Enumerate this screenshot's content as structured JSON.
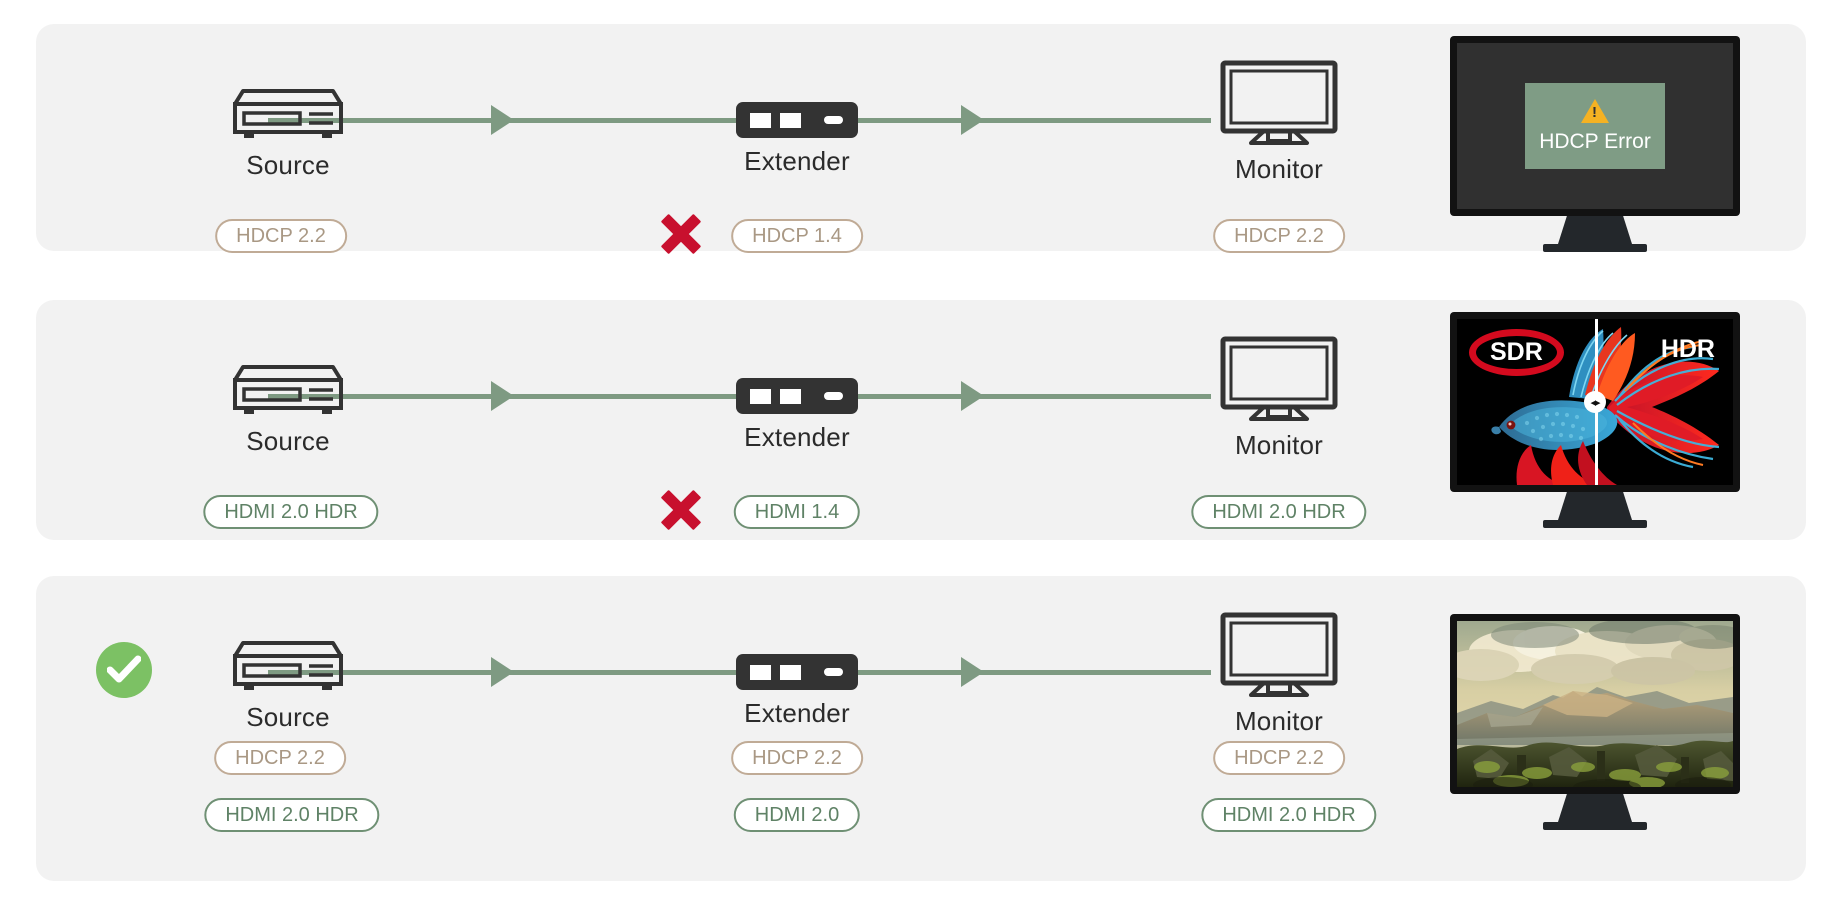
{
  "colors": {
    "panel_bg": "#f2f2f2",
    "page_bg": "#ffffff",
    "wire": "#7e9a82",
    "hdcp_badge_border": "#c0ab96",
    "hdcp_badge_text": "#a99884",
    "hdmi_badge_border": "#6f9074",
    "hdmi_badge_text": "#5f8266",
    "error_red": "#c8102e",
    "success_green": "#7cc164",
    "warning_amber": "#f5b223",
    "device_dark": "#333333"
  },
  "rows": [
    {
      "id": "row-hdcp-mismatch",
      "status": "fail",
      "nodes": [
        {
          "icon": "source-device-icon",
          "label": "Source",
          "badges": [
            {
              "type": "hdcp",
              "text": "HDCP 2.2"
            }
          ]
        },
        {
          "icon": "extender-device-icon",
          "label": "Extender",
          "badges": [
            {
              "type": "hdcp",
              "text": "HDCP 1.4"
            }
          ]
        },
        {
          "icon": "monitor-device-icon",
          "label": "Monitor",
          "badges": [
            {
              "type": "hdcp",
              "text": "HDCP 2.2"
            }
          ]
        }
      ],
      "preview": {
        "kind": "hdcp-error",
        "message": "HDCP Error",
        "warning_glyph": "!"
      }
    },
    {
      "id": "row-hdmi-mismatch",
      "status": "fail",
      "nodes": [
        {
          "icon": "source-device-icon",
          "label": "Source",
          "badges": [
            {
              "type": "hdmi",
              "text": "HDMI 2.0 HDR"
            }
          ]
        },
        {
          "icon": "extender-device-icon",
          "label": "Extender",
          "badges": [
            {
              "type": "hdmi",
              "text": "HDMI 1.4"
            }
          ]
        },
        {
          "icon": "monitor-device-icon",
          "label": "Monitor",
          "badges": [
            {
              "type": "hdmi",
              "text": "HDMI 2.0 HDR"
            }
          ]
        }
      ],
      "preview": {
        "kind": "sdr-hdr-compare",
        "left_label": "SDR",
        "right_label": "HDR"
      }
    },
    {
      "id": "row-full-match",
      "status": "pass",
      "nodes": [
        {
          "icon": "source-device-icon",
          "label": "Source",
          "badges": [
            {
              "type": "hdcp",
              "text": "HDCP 2.2"
            },
            {
              "type": "hdmi",
              "text": "HDMI 2.0 HDR"
            }
          ]
        },
        {
          "icon": "extender-device-icon",
          "label": "Extender",
          "badges": [
            {
              "type": "hdcp",
              "text": "HDCP 2.2"
            },
            {
              "type": "hdmi",
              "text": "HDMI 2.0"
            }
          ]
        },
        {
          "icon": "monitor-device-icon",
          "label": "Monitor",
          "badges": [
            {
              "type": "hdcp",
              "text": "HDCP 2.2"
            },
            {
              "type": "hdmi",
              "text": "HDMI 2.0 HDR"
            }
          ]
        }
      ],
      "preview": {
        "kind": "landscape-photo"
      }
    }
  ]
}
